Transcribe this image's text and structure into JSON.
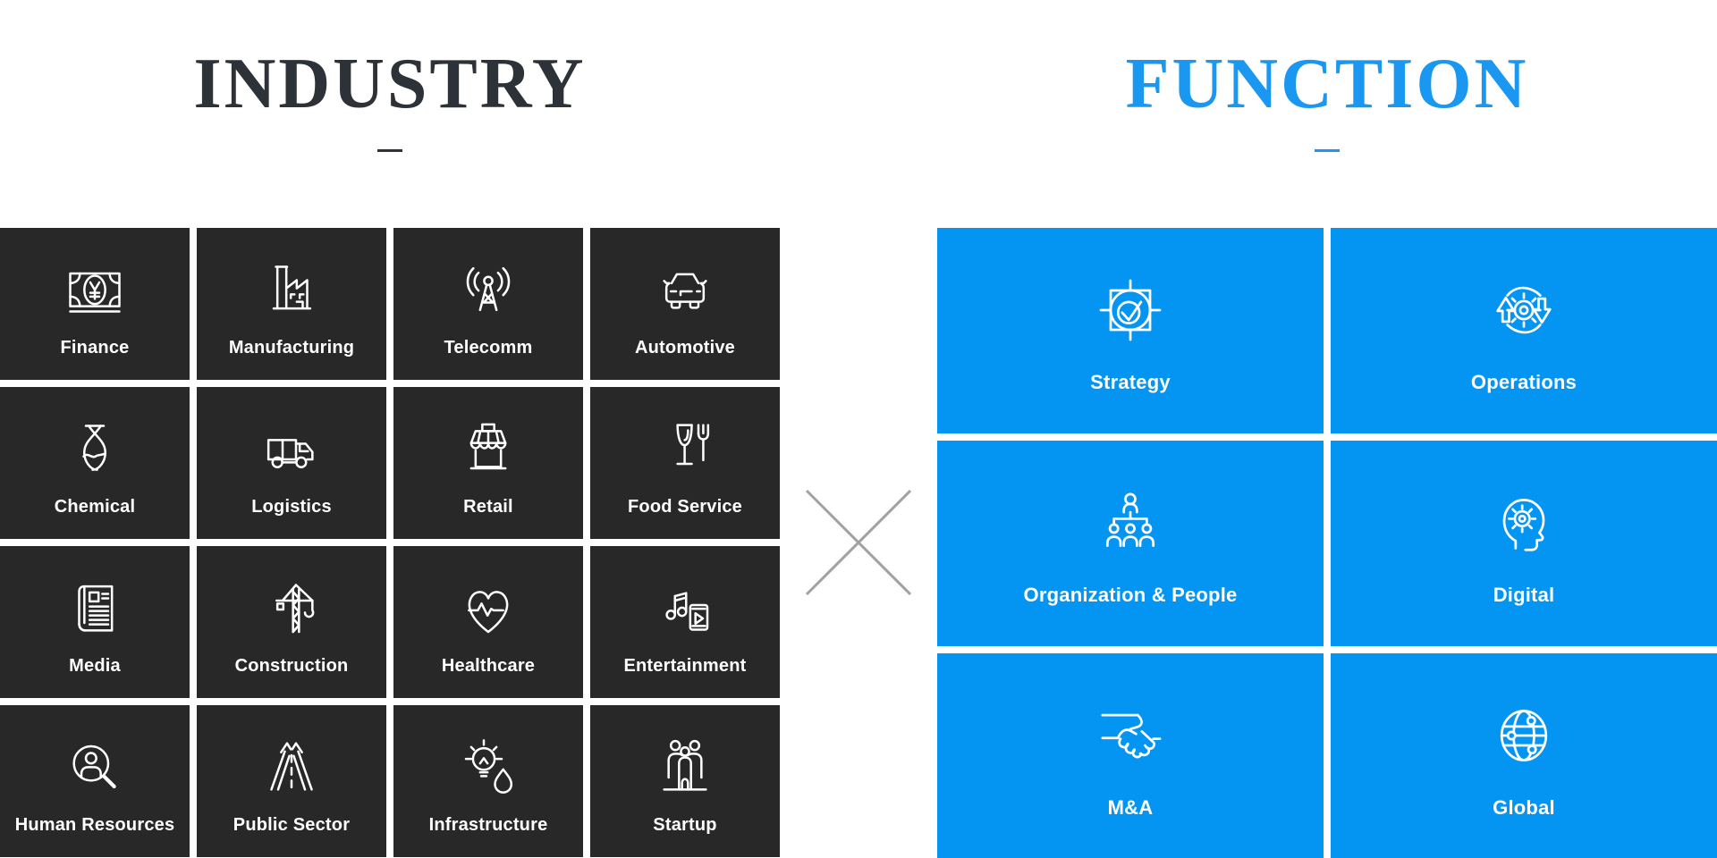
{
  "page": {
    "background": "#ffffff"
  },
  "divider": {
    "symbol": "multiply-sign",
    "color": "#a0a0a0"
  },
  "industry": {
    "title": "INDUSTRY",
    "title_color": "#2d3238",
    "tile_color": "#282828",
    "items": [
      {
        "label": "Finance",
        "icon": "banknote-yen-icon"
      },
      {
        "label": "Manufacturing",
        "icon": "factory-icon"
      },
      {
        "label": "Telecomm",
        "icon": "antenna-icon"
      },
      {
        "label": "Automotive",
        "icon": "car-icon"
      },
      {
        "label": "Chemical",
        "icon": "flask-icon"
      },
      {
        "label": "Logistics",
        "icon": "truck-icon"
      },
      {
        "label": "Retail",
        "icon": "storefront-icon"
      },
      {
        "label": "Food Service",
        "icon": "glass-fork-icon"
      },
      {
        "label": "Media",
        "icon": "newspaper-icon"
      },
      {
        "label": "Construction",
        "icon": "crane-icon"
      },
      {
        "label": "Healthcare",
        "icon": "heart-pulse-icon"
      },
      {
        "label": "Entertainment",
        "icon": "music-player-icon"
      },
      {
        "label": "Human Resources",
        "icon": "person-magnifier-icon"
      },
      {
        "label": "Public Sector",
        "icon": "road-icon"
      },
      {
        "label": "Infrastructure",
        "icon": "bulb-drop-icon"
      },
      {
        "label": "Startup",
        "icon": "team-icon"
      }
    ]
  },
  "function": {
    "title": "FUNCTION",
    "title_color": "#1997f1",
    "tile_color": "#0494f2",
    "items": [
      {
        "label": "Strategy",
        "icon": "target-check-icon"
      },
      {
        "label": "Operations",
        "icon": "gear-cycle-icon"
      },
      {
        "label": "Organization & People",
        "icon": "org-chart-icon"
      },
      {
        "label": "Digital",
        "icon": "head-gear-icon"
      },
      {
        "label": "M&A",
        "icon": "handshake-icon"
      },
      {
        "label": "Global",
        "icon": "globe-icon"
      }
    ]
  }
}
